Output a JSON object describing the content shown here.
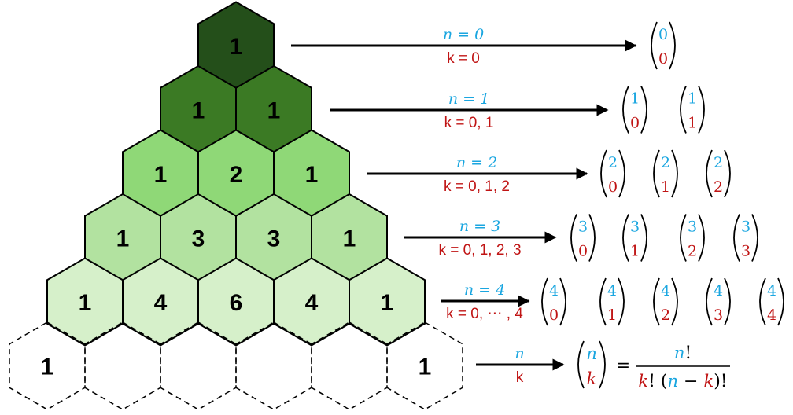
{
  "triangle": {
    "rows": [
      {
        "values": [
          "1"
        ],
        "fill": "#244f1a"
      },
      {
        "values": [
          "1",
          "1"
        ],
        "fill": "#3b7a24"
      },
      {
        "values": [
          "1",
          "2",
          "1"
        ],
        "fill": "#8fd877"
      },
      {
        "values": [
          "1",
          "3",
          "3",
          "1"
        ],
        "fill": "#b2e2a0"
      },
      {
        "values": [
          "1",
          "4",
          "6",
          "4",
          "1"
        ],
        "fill": "#d6f0ca"
      }
    ],
    "dashed_row": [
      "1",
      "",
      "",
      "",
      "",
      "1"
    ]
  },
  "labels": [
    {
      "n": "n = 0",
      "k": "k = 0",
      "binomials": [
        [
          "0",
          "0"
        ]
      ]
    },
    {
      "n": "n = 1",
      "k": "k = 0, 1",
      "binomials": [
        [
          "1",
          "0"
        ],
        [
          "1",
          "1"
        ]
      ]
    },
    {
      "n": "n = 2",
      "k": "k = 0, 1, 2",
      "binomials": [
        [
          "2",
          "0"
        ],
        [
          "2",
          "1"
        ],
        [
          "2",
          "2"
        ]
      ]
    },
    {
      "n": "n = 3",
      "k": "k = 0, 1, 2, 3",
      "binomials": [
        [
          "3",
          "0"
        ],
        [
          "3",
          "1"
        ],
        [
          "3",
          "2"
        ],
        [
          "3",
          "3"
        ]
      ]
    },
    {
      "n": "n = 4",
      "k": "k = 0, ⋯ , 4",
      "binomials": [
        [
          "4",
          "0"
        ],
        [
          "4",
          "1"
        ],
        [
          "4",
          "2"
        ],
        [
          "4",
          "3"
        ],
        [
          "4",
          "4"
        ]
      ]
    }
  ],
  "general": {
    "n": "n",
    "k": "k",
    "binom_top": "n",
    "binom_bottom": "k",
    "equals": "=",
    "numerator": "n!",
    "den_k": "k",
    "den_mid": "! (",
    "den_n": "n",
    "den_minus": " − ",
    "den_k2": "k",
    "den_end": ")!"
  },
  "colors": {
    "n_label": "#1aa6e0",
    "k_label": "#c01414",
    "stroke": "#000000"
  }
}
